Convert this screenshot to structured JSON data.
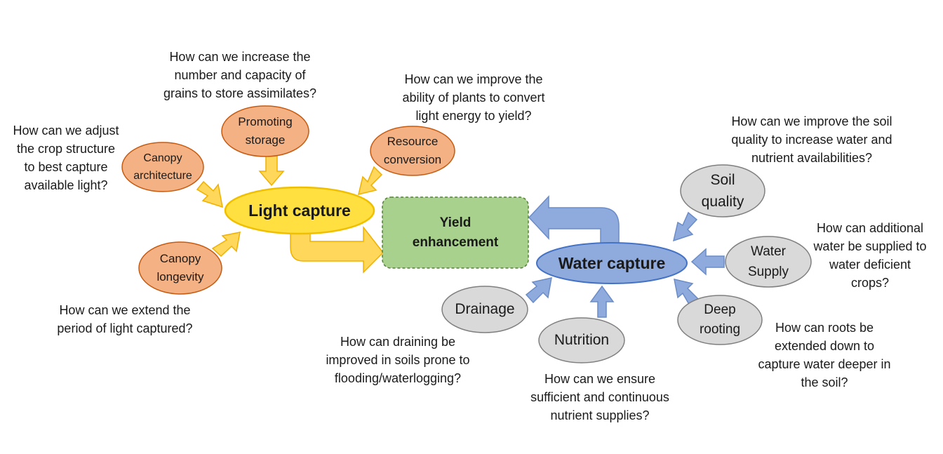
{
  "colors": {
    "orange_fill": "#f4b183",
    "orange_stroke": "#c55a11",
    "yellow_fill": "#ffe040",
    "yellow_stroke": "#f0c000",
    "yellow_arrow": "#ffd75a",
    "green_fill": "#a9d18e",
    "green_stroke": "#548235",
    "blue_fill": "#8faadc",
    "blue_stroke": "#4472c4",
    "grey_fill": "#d9d9d9",
    "grey_stroke": "#7f7f7f"
  },
  "center": {
    "label": "Yield\nenhancement"
  },
  "light": {
    "label": "Light capture",
    "factors": [
      {
        "id": "promoting-storage",
        "label": "Promoting\nstorage"
      },
      {
        "id": "resource-conversion",
        "label": "Resource\nconversion"
      },
      {
        "id": "canopy-architecture",
        "label": "Canopy\narchitecture"
      },
      {
        "id": "canopy-longevity",
        "label": "Canopy\nlongevity"
      }
    ],
    "questions": [
      {
        "id": "q-storage",
        "text": "How can we increase the\nnumber and capacity of\ngrains to store assimilates?"
      },
      {
        "id": "q-conversion",
        "text": "How can we improve the\nability of plants to convert\nlight energy to yield?"
      },
      {
        "id": "q-architecture",
        "text": "How can we adjust\nthe crop structure\nto best capture\navailable light?"
      },
      {
        "id": "q-longevity",
        "text": "How can we extend the\nperiod of light captured?"
      }
    ]
  },
  "water": {
    "label": "Water capture",
    "factors": [
      {
        "id": "soil-quality",
        "label": "Soil\nquality"
      },
      {
        "id": "water-supply",
        "label": "Water\nSupply"
      },
      {
        "id": "deep-rooting",
        "label": "Deep\nrooting"
      },
      {
        "id": "nutrition",
        "label": "Nutrition"
      },
      {
        "id": "drainage",
        "label": "Drainage"
      }
    ],
    "questions": [
      {
        "id": "q-soil",
        "text": "How can we improve the soil\nquality to increase water and\nnutrient availabilities?"
      },
      {
        "id": "q-water",
        "text": "How can additional\nwater be supplied to\nwater deficient\ncrops?"
      },
      {
        "id": "q-rooting",
        "text": "How can roots be\nextended down to\ncapture water deeper in\nthe soil?"
      },
      {
        "id": "q-nutrition",
        "text": "How can we ensure\nsufficient and continuous\nnutrient supplies?"
      },
      {
        "id": "q-drainage",
        "text": "How can draining be\nimproved in soils prone to\nflooding/waterlogging?"
      }
    ]
  }
}
